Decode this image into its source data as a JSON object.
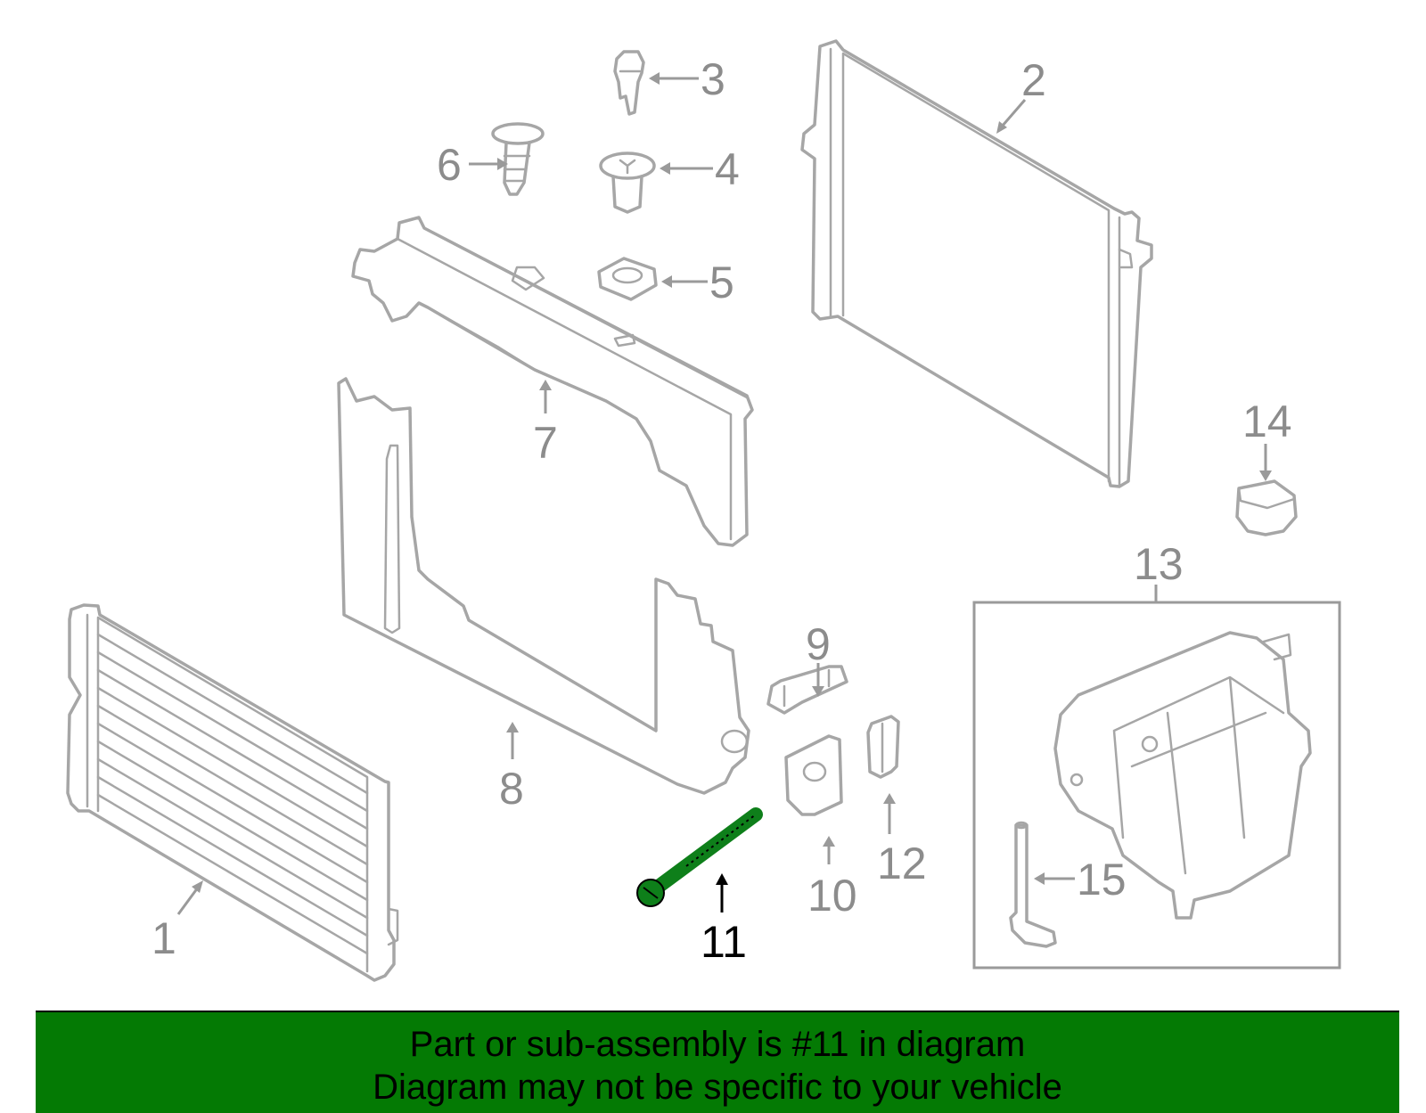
{
  "diagram": {
    "callouts": [
      "1",
      "2",
      "3",
      "4",
      "5",
      "6",
      "7",
      "8",
      "9",
      "10",
      "11",
      "12",
      "13",
      "14",
      "15"
    ],
    "highlighted_part": "11"
  },
  "colors": {
    "banner_bg": "#047a04",
    "highlight_part": "#0e7f1a",
    "part_stroke": "#a6a6a6",
    "label_gray": "#8c8c8c",
    "label_highlight": "#000000"
  },
  "banner": {
    "line1": "Part or sub-assembly is #11 in diagram",
    "line2": "Diagram may not be specific to your vehicle"
  }
}
